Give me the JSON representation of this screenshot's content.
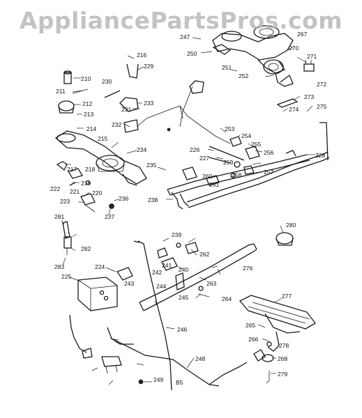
{
  "watermark": "AppliancePartsPros.com",
  "labels": [
    {
      "id": "216",
      "text": "216"
    },
    {
      "id": "210",
      "text": "210"
    },
    {
      "id": "229",
      "text": "229"
    },
    {
      "id": "230",
      "text": "230"
    },
    {
      "id": "211",
      "text": "211"
    },
    {
      "id": "212",
      "text": "212"
    },
    {
      "id": "213",
      "text": "213"
    },
    {
      "id": "214",
      "text": "214"
    },
    {
      "id": "231",
      "text": "231"
    },
    {
      "id": "233",
      "text": "233"
    },
    {
      "id": "232",
      "text": "232"
    },
    {
      "id": "215",
      "text": "215"
    },
    {
      "id": "234",
      "text": "234"
    },
    {
      "id": "247",
      "text": "247"
    },
    {
      "id": "250",
      "text": "250"
    },
    {
      "id": "251",
      "text": "251"
    },
    {
      "id": "252",
      "text": "252"
    },
    {
      "id": "267",
      "text": "267"
    },
    {
      "id": "270",
      "text": "270"
    },
    {
      "id": "271",
      "text": "271"
    },
    {
      "id": "272",
      "text": "272"
    },
    {
      "id": "273",
      "text": "273"
    },
    {
      "id": "274",
      "text": "274"
    },
    {
      "id": "275",
      "text": "275"
    },
    {
      "id": "253",
      "text": "253"
    },
    {
      "id": "254",
      "text": "254"
    },
    {
      "id": "255",
      "text": "255"
    },
    {
      "id": "256",
      "text": "256"
    },
    {
      "id": "226",
      "text": "226"
    },
    {
      "id": "227",
      "text": "227"
    },
    {
      "id": "228",
      "text": "228"
    },
    {
      "id": "257",
      "text": "257"
    },
    {
      "id": "258",
      "text": "258"
    },
    {
      "id": "259",
      "text": "259"
    },
    {
      "id": "260",
      "text": "260"
    },
    {
      "id": "261",
      "text": "261"
    },
    {
      "id": "218",
      "text": "218"
    },
    {
      "id": "217",
      "text": "217"
    },
    {
      "id": "219",
      "text": "219"
    },
    {
      "id": "220",
      "text": "220"
    },
    {
      "id": "221",
      "text": "221"
    },
    {
      "id": "222",
      "text": "222"
    },
    {
      "id": "223",
      "text": "223"
    },
    {
      "id": "235",
      "text": "235"
    },
    {
      "id": "236",
      "text": "236"
    },
    {
      "id": "237",
      "text": "237"
    },
    {
      "id": "238",
      "text": "238"
    },
    {
      "id": "281",
      "text": "281"
    },
    {
      "id": "282",
      "text": "282"
    },
    {
      "id": "283",
      "text": "283"
    },
    {
      "id": "225",
      "text": "225"
    },
    {
      "id": "224",
      "text": "224"
    },
    {
      "id": "239",
      "text": "239"
    },
    {
      "id": "241",
      "text": "241"
    },
    {
      "id": "242",
      "text": "242"
    },
    {
      "id": "240",
      "text": "240"
    },
    {
      "id": "243",
      "text": "243"
    },
    {
      "id": "244",
      "text": "244"
    },
    {
      "id": "245",
      "text": "245"
    },
    {
      "id": "262",
      "text": "262"
    },
    {
      "id": "263",
      "text": "263"
    },
    {
      "id": "264",
      "text": "264"
    },
    {
      "id": "276",
      "text": "276"
    },
    {
      "id": "280",
      "text": "280"
    },
    {
      "id": "277",
      "text": "277"
    },
    {
      "id": "265",
      "text": "265"
    },
    {
      "id": "266",
      "text": "266"
    },
    {
      "id": "246",
      "text": "246"
    },
    {
      "id": "248",
      "text": "248"
    },
    {
      "id": "249",
      "text": "249"
    },
    {
      "id": "268",
      "text": "268"
    },
    {
      "id": "278",
      "text": "278"
    },
    {
      "id": "279",
      "text": "279"
    },
    {
      "id": "b5",
      "text": "B5"
    }
  ]
}
